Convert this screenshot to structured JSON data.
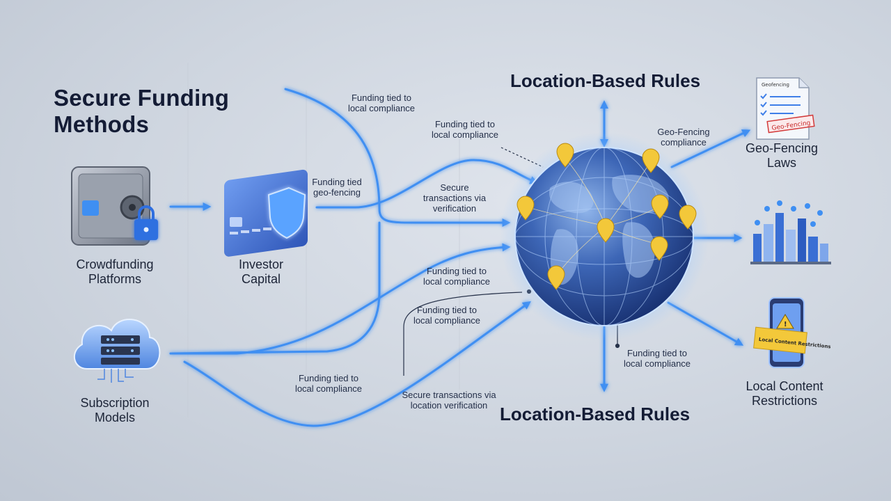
{
  "titles": {
    "main": "Secure Funding Methods",
    "rules_top": "Location-Based Rules",
    "rules_bottom": "Location-Based Rules"
  },
  "nodes": {
    "crowdfunding": "Crowdfunding Platforms",
    "investor": "Investor Capital",
    "subscription": "Subscription Models",
    "geofencing": "Geo-Fencing Laws",
    "local_content": "Local Content Restrictions"
  },
  "notes": {
    "n1": "Funding tied to local compliance",
    "n2": "Funding tied to local compliance",
    "n3": "Funding tied geo-fencing",
    "n4": "Secure transactions via verification",
    "n5": "Geo-Fencing compliance",
    "n6": "Funding tied to local compliance",
    "n7": "Funding tied to local compliance",
    "n8": "Funding tied to local compliance",
    "n9": "Secure transactions via location verification",
    "n10": "Funding tied to local compliance"
  },
  "icon_text": {
    "document_header": "Geofencing",
    "document_stamp": "Geo-Fencing",
    "phone_banner": "Local Content Restrictions"
  },
  "colors": {
    "flow_blue": "#3f8ff2",
    "flow_glow": "#8fc2ff",
    "globe_dark": "#1f3f86",
    "pin_gold": "#f3c83a",
    "title_navy": "#141c35"
  }
}
